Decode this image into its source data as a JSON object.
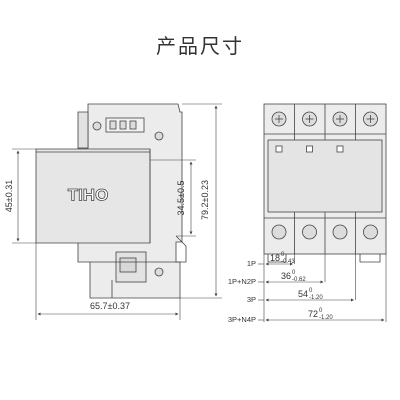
{
  "page": {
    "title": "产品尺寸",
    "brand": "TIHO"
  },
  "side_view": {
    "height_dim": "45±0.31",
    "total_height_dim": "79.2±0.23",
    "mid_height_dim": "34.5±0.5",
    "depth_dim": "65.7±0.37"
  },
  "front_view": {
    "width_dims": [
      {
        "config": "1P",
        "value": "18",
        "tol_upper": "0",
        "tol_lower": "-0.43"
      },
      {
        "config": "1P+N2P",
        "value": "36",
        "tol_upper": "0",
        "tol_lower": "-0.62"
      },
      {
        "config": "3P",
        "value": "54",
        "tol_upper": "0",
        "tol_lower": "-1.20"
      },
      {
        "config": "3P+N4P",
        "value": "72",
        "tol_upper": "0",
        "tol_lower": "-1.20"
      }
    ]
  },
  "colors": {
    "body_fill": "#ececec",
    "line": "#444444",
    "screw": "#dcdcdc"
  }
}
